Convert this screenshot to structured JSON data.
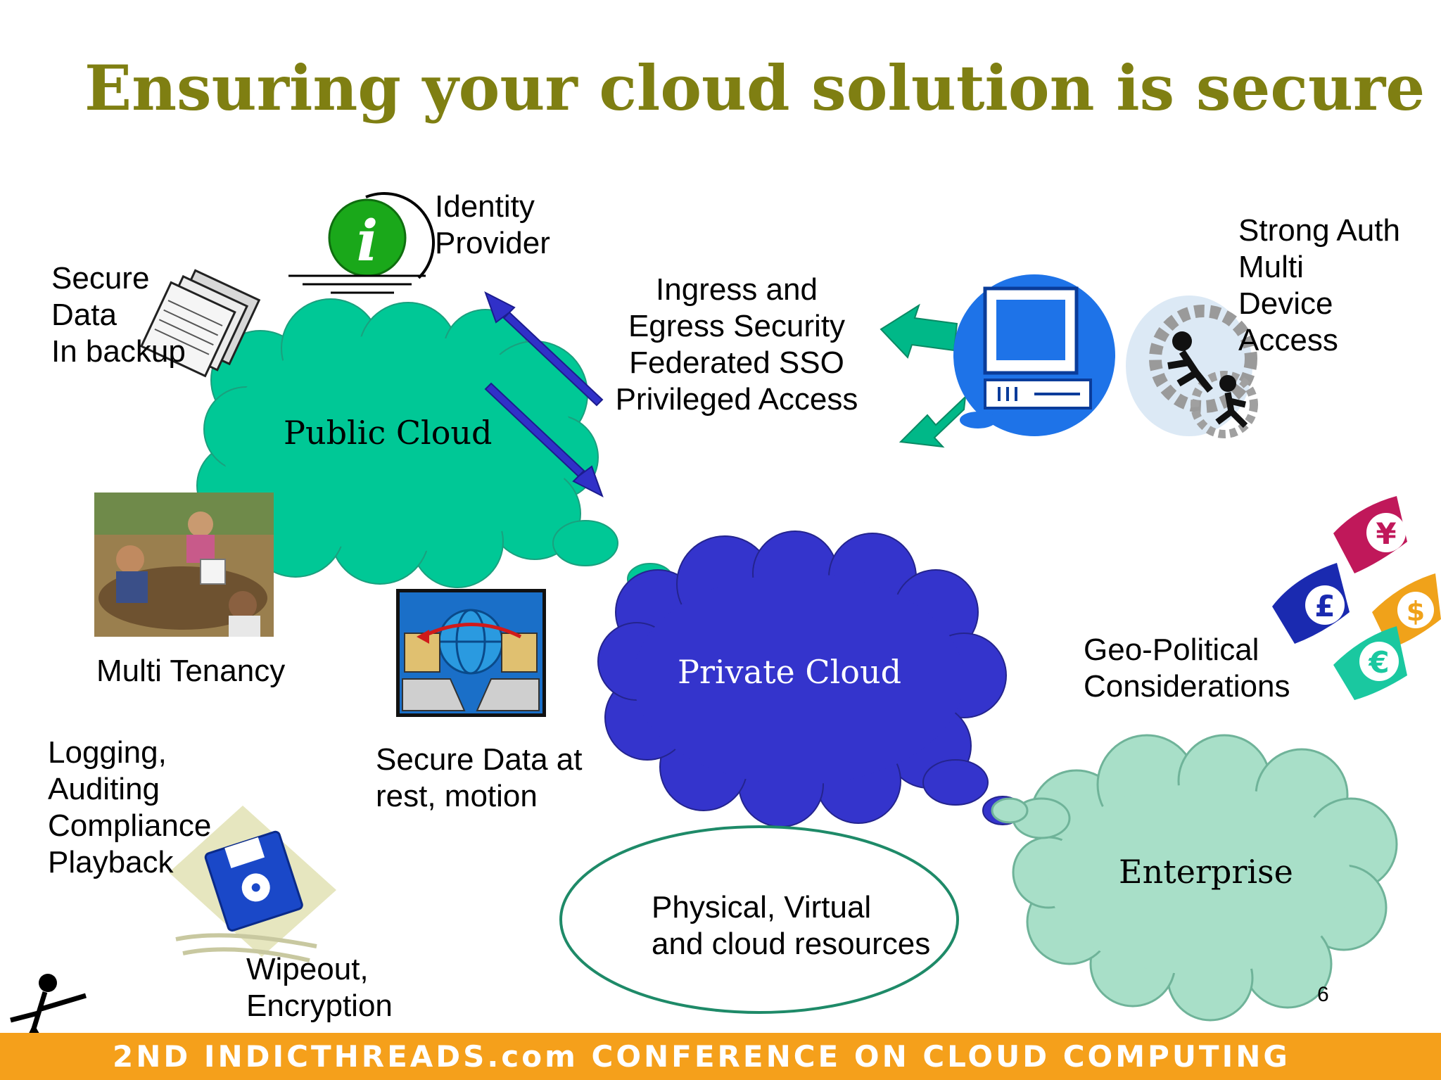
{
  "slide": {
    "title": "Ensuring your cloud solution is secure",
    "page_number": "6",
    "footer": "2ND INDICTHREADS.com CONFERENCE ON CLOUD COMPUTING"
  },
  "clouds": {
    "public": "Public Cloud",
    "private": "Private Cloud",
    "enterprise": "Enterprise"
  },
  "labels": {
    "identity_provider": "Identity\nProvider",
    "secure_backup": "Secure\nData\nIn backup",
    "ingress_egress": "Ingress and\nEgress Security\nFederated SSO\nPrivileged Access",
    "strong_auth": "Strong Auth\nMulti\nDevice\nAccess",
    "multi_tenancy": "Multi Tenancy",
    "geo_political": "Geo-Political\nConsiderations",
    "logging": "Logging,\nAuditing\nCompliance\nPlayback",
    "secure_data_rest": "Secure Data at\nrest, motion",
    "physical_virtual": "Physical, Virtual\nand cloud resources",
    "wipeout": "Wipeout,\nEncryption"
  },
  "icons": {
    "info": "info-icon",
    "floppy_stack": "floppy-stack-icon",
    "computer": "computer-icon",
    "runners_gears": "runners-gears-icon",
    "meeting": "meeting-icon",
    "globe_computers": "globe-transfer-icon",
    "currency": "currency-icons",
    "floppy_disk": "floppy-disk-icon",
    "stick_figure": "stick-figure-icon"
  },
  "colors": {
    "title": "#7f7f12",
    "public_cloud": "#00c896",
    "private_cloud": "#3434cc",
    "enterprise_cloud": "#a8dfc8",
    "arrow_blue": "#3030c8",
    "arrow_green": "#00b888",
    "footer": "#f5a01b"
  },
  "currency_symbols": {
    "yen": "¥",
    "pound": "£",
    "dollar": "$",
    "euro": "€"
  }
}
